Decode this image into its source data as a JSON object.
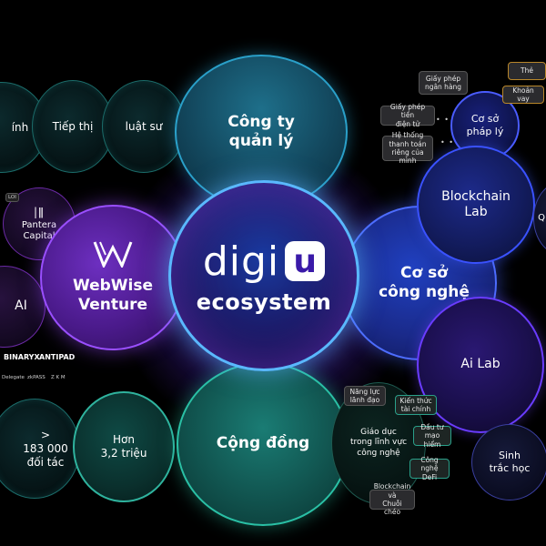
{
  "hub": {
    "logo_prefix": "digi",
    "logo_box": "u",
    "subtitle": "ecosystem"
  },
  "main": {
    "management": "Công ty\nquản lý",
    "webwise": "WebWise\nVenture",
    "technology": "Cơ sở\ncông nghệ",
    "community": "Cộng đồng"
  },
  "outer": {
    "legal_edge": "ính",
    "marketing": "Tiếp thị",
    "lawyer": "luật sư",
    "pantera": "Pantera\nCapital",
    "pantera_tag": "LOI",
    "ai": "AI",
    "partners": "> \n183 000\nđối tác",
    "hon": "Hơn\n3,2 triệu",
    "blockchain_lab": "Blockchain\nLab",
    "ai_lab": "Ai Lab",
    "legal_base": "Cơ sở\npháp lý",
    "education": "Giáo dục\ntrong lĩnh vực\ncông nghệ",
    "biometrics": "Sinh\ntrắc học",
    "right_edge": "Q"
  },
  "pills": {
    "bank_license": "Giấy phép\nngân hàng",
    "e_money_license": "Giấy phép tiền\nđiện tử",
    "payment_system": "Hệ thống\nthanh toán\nriêng của mình",
    "card": "Thẻ",
    "loan": "Khoản vay",
    "leadership": "Năng lực\nlãnh đạo",
    "finance_knowledge": "Kiến thức\ntài chính",
    "venture": "Đầu tư\nmạo hiểm",
    "defi": "Công nghệ\nDeFi",
    "blockchain_stocks": "Blockchain và\nChuỗi chéo"
  },
  "logos": {
    "binaryx": "BINARYX",
    "antipad": "ANTIPAD",
    "delegate": "Delegate",
    "zkpass": "zkPASS",
    "zkm": "Z K M"
  }
}
